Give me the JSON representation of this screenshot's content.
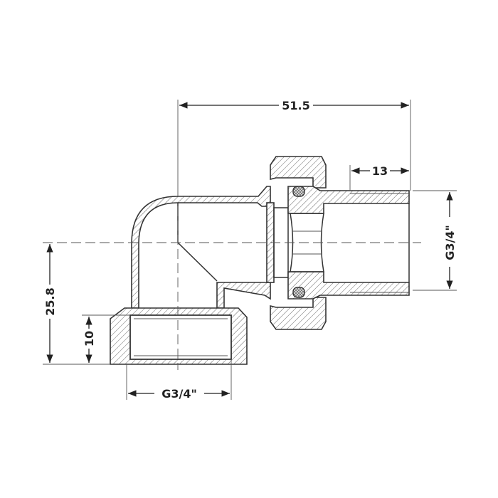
{
  "drawing": {
    "line_color": "#333333",
    "dimensions": {
      "overall_length": "51.5",
      "tail_thread_length": "13",
      "tail_thread_size": "G3/4\"",
      "center_height": "25.8",
      "female_thread_depth": "10",
      "female_thread_size": "G3/4\""
    }
  }
}
